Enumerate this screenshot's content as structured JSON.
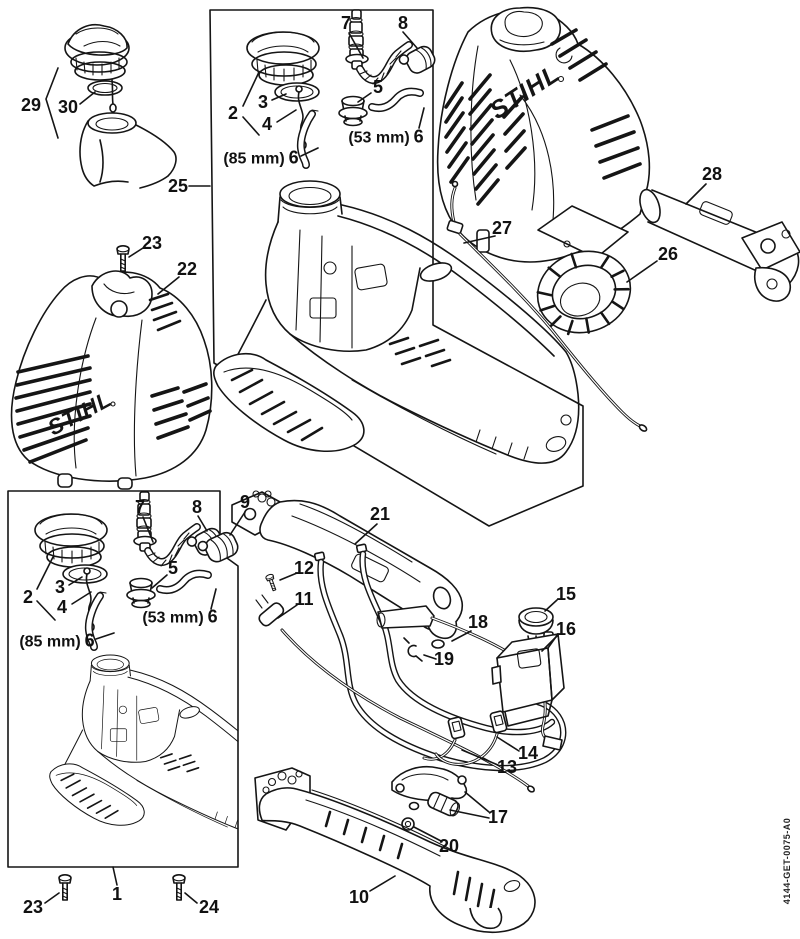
{
  "brand": "STIHL",
  "doc_code": "4144-GET-0075-A0",
  "nums": {
    "1": "1",
    "2": "2",
    "3": "3",
    "4": "4",
    "5": "5",
    "6": "6",
    "7": "7",
    "8": "8",
    "9": "9",
    "10": "10",
    "11": "11",
    "12": "12",
    "13": "13",
    "14": "14",
    "15": "15",
    "16": "16",
    "17": "17",
    "18": "18",
    "19": "19",
    "20": "20",
    "21": "21",
    "22": "22",
    "23": "23",
    "24": "24",
    "25": "25",
    "26": "26",
    "27": "27",
    "28": "28",
    "29": "29",
    "30": "30"
  },
  "dims": {
    "d85": "(85 mm)",
    "d53": "(53 mm)"
  }
}
